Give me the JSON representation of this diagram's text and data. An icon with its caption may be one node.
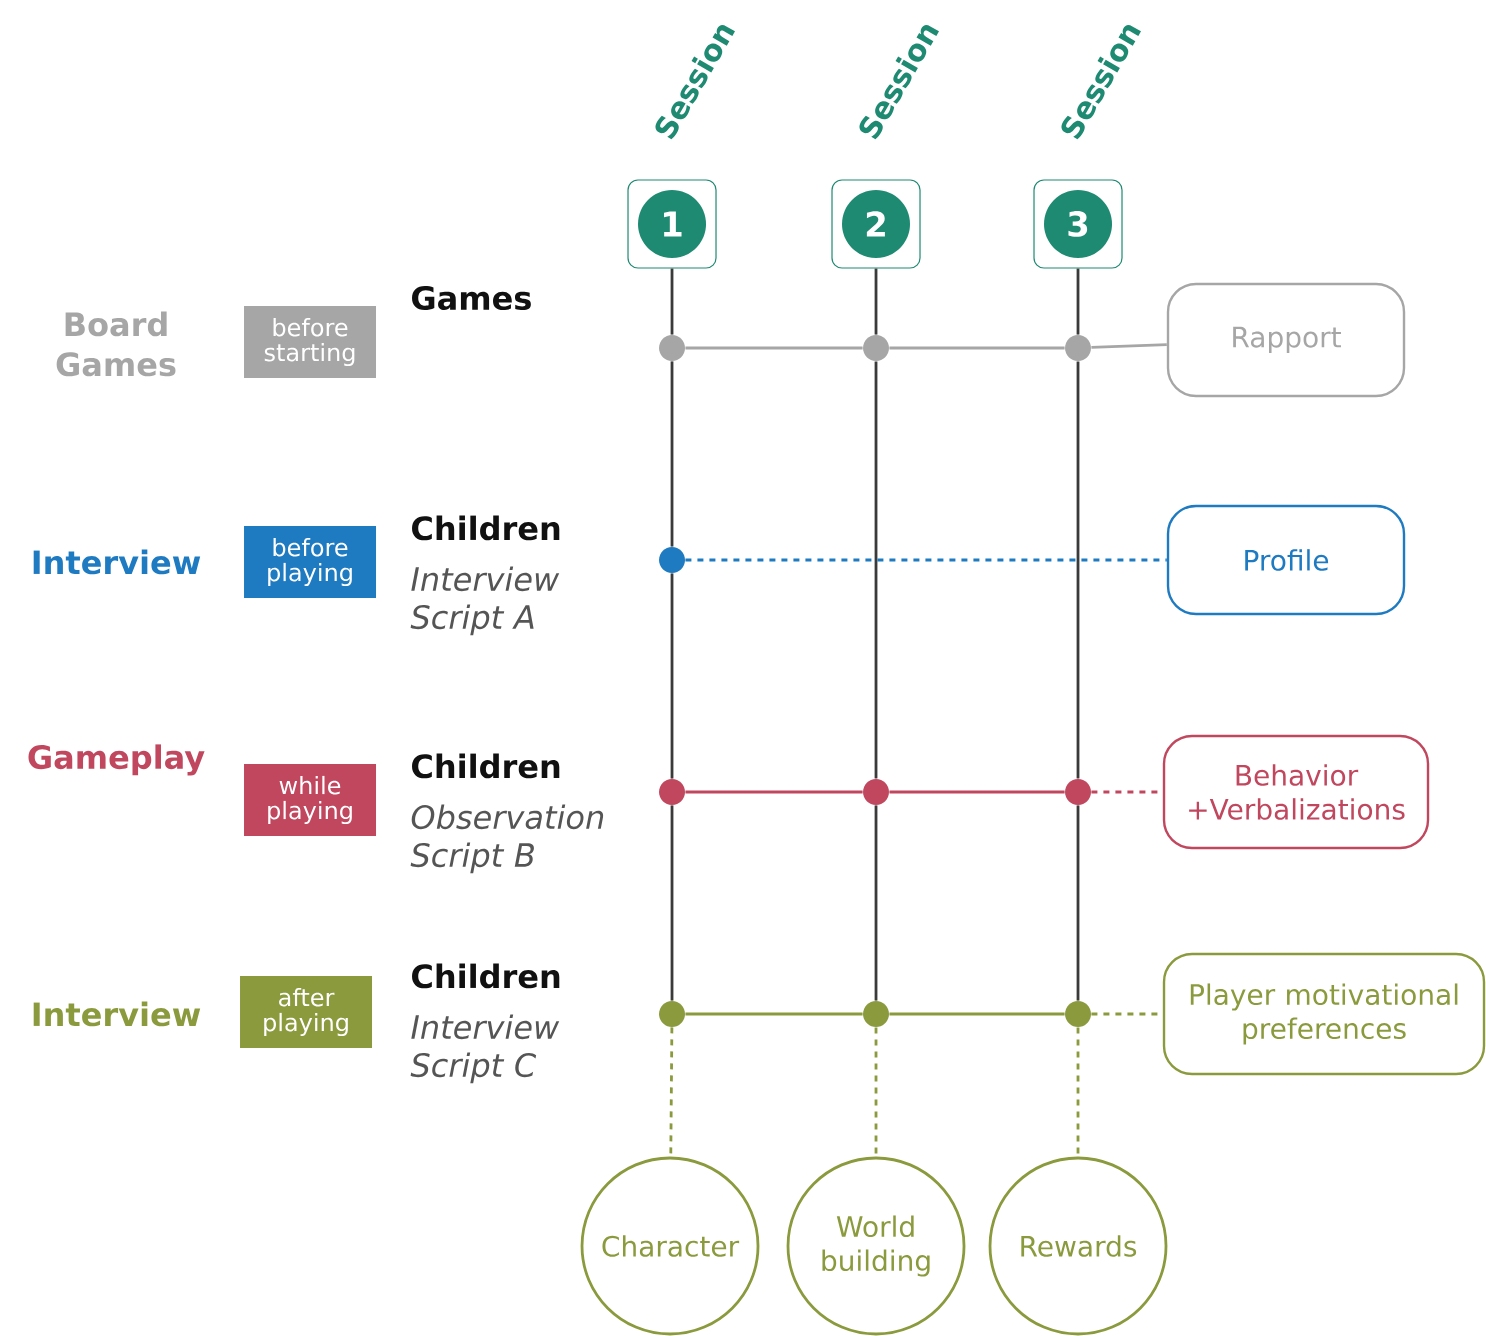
{
  "diagram": {
    "nodes": [
      {
        "text": [
          "Session",
          "1"
        ]
      },
      {
        "text": [
          "Session",
          "2"
        ]
      },
      {
        "text": [
          "Session",
          "3"
        ]
      },
      {
        "text": [],
        "shape": "circle"
      },
      {
        "text": [],
        "shape": "circle"
      },
      {
        "text": [],
        "shape": "circle"
      },
      {
        "text": [],
        "shape": "circle"
      },
      {
        "text": [],
        "shape": "circle"
      },
      {
        "text": [],
        "shape": "circle"
      },
      {
        "text": [],
        "shape": "circle"
      },
      {
        "text": [],
        "shape": "circle"
      },
      {
        "text": [],
        "shape": "circle"
      },
      {
        "text": [],
        "shape": "circle"
      },
      {
        "text": [
          "Rapport"
        ]
      },
      {
        "text": [
          "Profile"
        ]
      },
      {
        "text": [
          "Behavior +Verbalizations"
        ]
      },
      {
        "text": [
          "Player motivational preferences"
        ]
      },
      {
        "text": [
          "Character"
        ]
      },
      {
        "text": [
          "World building"
        ]
      },
      {
        "text": [
          "Rewards"
        ]
      },
      {
        "text": [
          "before starting"
        ]
      },
      {
        "text": [
          "before playing"
        ]
      },
      {
        "text": [
          "while playing"
        ]
      },
      {
        "text": [
          "after playing"
        ]
      }
    ],
    "edges": [
      {
        "from": 0,
        "to": 3,
        "arrow": "none"
      },
      {
        "from": 3,
        "to": 6,
        "arrow": "none"
      },
      {
        "from": 6,
        "to": 7,
        "arrow": "none"
      },
      {
        "from": 7,
        "to": 10,
        "arrow": "none"
      },
      {
        "from": 1,
        "to": 4,
        "arrow": "none"
      },
      {
        "from": 4,
        "to": 8,
        "arrow": "none"
      },
      {
        "from": 8,
        "to": 11,
        "arrow": "none"
      },
      {
        "from": 2,
        "to": 5,
        "arrow": "none"
      },
      {
        "from": 5,
        "to": 9,
        "arrow": "none"
      },
      {
        "from": 9,
        "to": 12,
        "arrow": "none"
      },
      {
        "from": 3,
        "to": 4,
        "arrow": "none",
        "color": "#a6a6a6"
      },
      {
        "from": 4,
        "to": 5,
        "arrow": "none",
        "color": "#a6a6a6"
      },
      {
        "from": 5,
        "to": 13,
        "arrow": "none",
        "color": "#a6a6a6"
      },
      {
        "from": 6,
        "to": 14,
        "arrow": "none",
        "style": "dashed",
        "color": "#1f7bc1"
      },
      {
        "from": 7,
        "to": 8,
        "arrow": "none",
        "color": "#c0475e"
      },
      {
        "from": 8,
        "to": 9,
        "arrow": "none",
        "color": "#c0475e"
      },
      {
        "from": 9,
        "to": 15,
        "arrow": "none",
        "style": "dashed",
        "color": "#c0475e"
      },
      {
        "from": 10,
        "to": 11,
        "arrow": "none",
        "color": "#8c9a3e"
      },
      {
        "from": 11,
        "to": 12,
        "arrow": "none",
        "color": "#8c9a3e"
      },
      {
        "from": 12,
        "to": 16,
        "arrow": "none",
        "style": "dashed",
        "color": "#8c9a3e"
      },
      {
        "from": 10,
        "to": 17,
        "arrow": "none",
        "style": "dashed",
        "color": "#8c9a3e"
      },
      {
        "from": 11,
        "to": 18,
        "arrow": "none",
        "style": "dashed",
        "color": "#8c9a3e"
      },
      {
        "from": 12,
        "to": 19,
        "arrow": "none",
        "style": "dashed",
        "color": "#8c9a3e"
      }
    ],
    "labels": [
      "Board Games",
      "Games",
      "Interview",
      "Children",
      "Interview Script A",
      "Gameplay",
      "Children",
      "Observation Script B",
      "Interview",
      "Children",
      "Interview Script C"
    ]
  }
}
